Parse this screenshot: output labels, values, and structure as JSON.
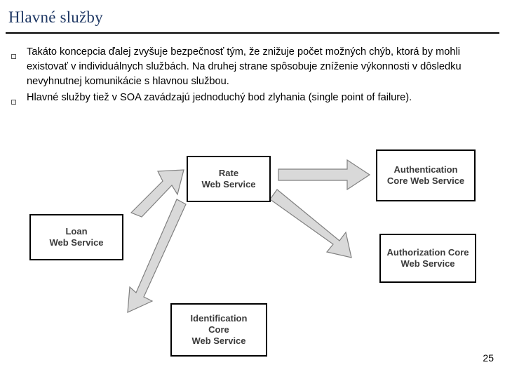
{
  "slide": {
    "title": "Hlavné služby",
    "page_number": "25",
    "bullets": [
      {
        "marker": "square-bullet",
        "text": "Takáto koncepcia ďalej zvyšuje bezpečnosť tým, že znižuje počet možných chýb, ktorá by mohli existovať v individuálnych službách. Na druhej strane spôsobuje zníženie výkonnosti v dôsledku nevyhnutnej komunikácie s hlavnou službou."
      },
      {
        "marker": "square-bullet",
        "text": "Hlavné služby tiež v SOA zavádzajú jednoduchý bod zlyhania (single point of failure)."
      }
    ],
    "diagram": {
      "nodes": [
        {
          "id": "rate",
          "lines": [
            "Rate",
            "Web Service"
          ]
        },
        {
          "id": "authentication",
          "lines": [
            "Authentication",
            "Core Web Service"
          ]
        },
        {
          "id": "loan",
          "lines": [
            "Loan",
            "Web Service"
          ]
        },
        {
          "id": "authorization",
          "lines": [
            "Authorization Core",
            "Web Service"
          ]
        },
        {
          "id": "identification",
          "lines": [
            "Identification",
            "Core",
            "Web Service"
          ]
        }
      ],
      "arrows": [
        {
          "id": "loan-to-rate",
          "from": "loan",
          "to": "rate"
        },
        {
          "id": "rate-to-authentication",
          "from": "rate",
          "to": "authentication"
        },
        {
          "id": "rate-to-authorization",
          "from": "rate",
          "to": "authorization"
        },
        {
          "id": "rate-to-identification",
          "from": "rate",
          "to": "identification"
        }
      ],
      "arrow_fill": "#d9d9d9",
      "arrow_stroke": "#808080"
    }
  }
}
